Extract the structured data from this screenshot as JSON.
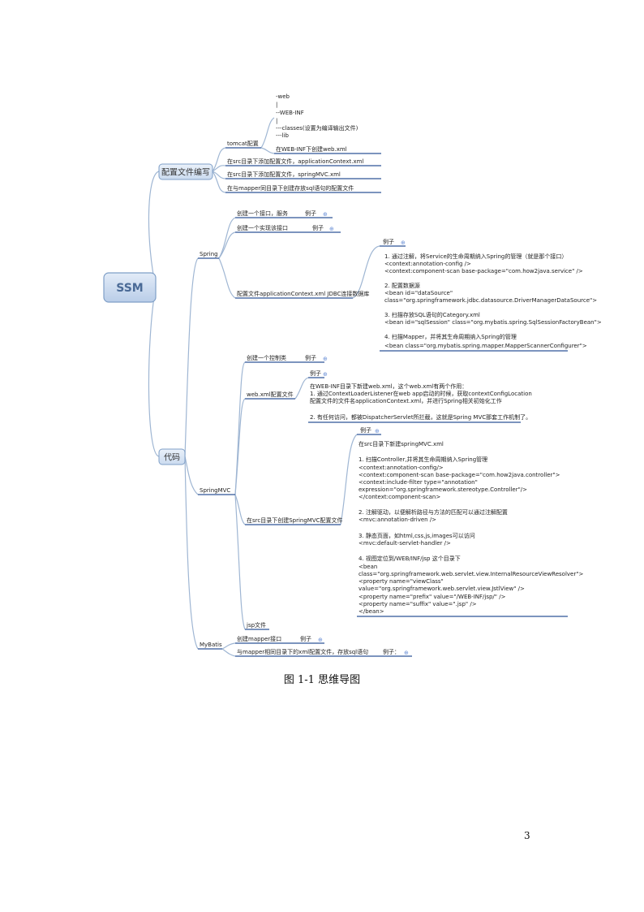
{
  "mindmap": {
    "root": "SSM",
    "config_branch": {
      "label": "配置文件编写",
      "tomcat": {
        "label": "tomcat配置",
        "tree_lines": [
          "-web",
          "|",
          "--WEB-INF",
          "|",
          "---classes(设置为编译输出文件)",
          "---lib"
        ],
        "webxml": "在WEB-INF下创建web.xml"
      },
      "items": [
        "在src目录下添加配置文件，applicationContext.xml",
        "在src目录下添加配置文件，springMVC.xml",
        "在与mapper同目录下创建存放sql语句的配置文件"
      ]
    },
    "code_branch": {
      "label": "代码",
      "spring": {
        "label": "Spring",
        "item1": "创建一个接口，服务",
        "item2": "创建一个实现该接口",
        "example": "例子",
        "item3": "配置文件applicationContext.xml   JDBC连接数据库",
        "detail_lines": [
          "1. 通过注解，将Service的生命周期纳入Spring的管理（就是那个接口）",
          "<context:annotation-config />",
          "<context:component-scan base-package=\"com.how2java.service\" />",
          "",
          "2. 配置数据源",
          "<bean id=\"dataSource\"",
          "class=\"org.springframework.jdbc.datasource.DriverManagerDataSource\">",
          "",
          "3. 扫描存放SQL语句的Category.xml",
          "<bean id=\"sqlSession\" class=\"org.mybatis.spring.SqlSessionFactoryBean\">",
          "",
          "4. 扫描Mapper，并将其生命周期纳入Spring的管理",
          "<bean class=\"org.mybatis.spring.mapper.MapperScannerConfigurer\">"
        ]
      },
      "springmvc": {
        "label": "SpringMVC",
        "item1": "创建一个控制类",
        "item2": "web.xml配置文件",
        "item3": "在src目录下创建SpringMVC配置文件",
        "item4": "jsp文件",
        "webxml_lines": [
          "在WEB-INF目录下新建web.xml，这个web.xml有两个作用：",
          "1. 通过ContextLoaderListener在web app启动的时候，获取contextConfigLocation",
          "配置文件的文件名applicationContext.xml，并进行Spring相关初始化工作",
          "",
          "2. 有任何访问，都被DispatcherServlet所拦截，这就是Spring MVC那套工作机制了。"
        ],
        "config_lines": [
          "在src目录下新建springMVC.xml",
          "",
          "1. 扫描Controller,并将其生命周期纳入Spring管理",
          "    <context:annotation-config/>",
          "    <context:component-scan base-package=\"com.how2java.controller\">",
          "          <context:include-filter type=\"annotation\"",
          "          expression=\"org.springframework.stereotype.Controller\"/>",
          "    </context:component-scan>",
          "",
          "2. 注解驱动，以便解析路径与方法的匹配可以通过注解配置",
          "<mvc:annotation-driven />",
          "",
          "3. 静态页面，如html,css,js,images可以访问",
          "<mvc:default-servlet-handler />",
          "",
          "4. 视图定位到/WEB/INF/jsp 这个目录下",
          "<bean",
          "class=\"org.springframework.web.servlet.view.InternalResourceViewResolver\">",
          "        <property name=\"viewClass\"",
          "            value=\"org.springframework.web.servlet.view.JstlView\" />",
          "        <property name=\"prefix\" value=\"/WEB-INF/jsp/\" />",
          "        <property name=\"suffix\" value=\".jsp\" />",
          "    </bean>"
        ]
      },
      "mybatis": {
        "label": "MyBatis",
        "item1": "创建mapper接口",
        "item2": "与mapper相同目录下的xml配置文件，存放sql语句",
        "example_colon": "例子："
      }
    },
    "expand_symbol": "⊕"
  },
  "caption": "图 1-1 思维导图",
  "page_number": "3",
  "colors": {
    "connector": "#9fb6d3",
    "underline": "#2f5597",
    "root_fill": "#c9d9ef",
    "root_border": "#7f9fc7",
    "node_fill": "#dce7f5",
    "plus": "#6a8fd6"
  }
}
